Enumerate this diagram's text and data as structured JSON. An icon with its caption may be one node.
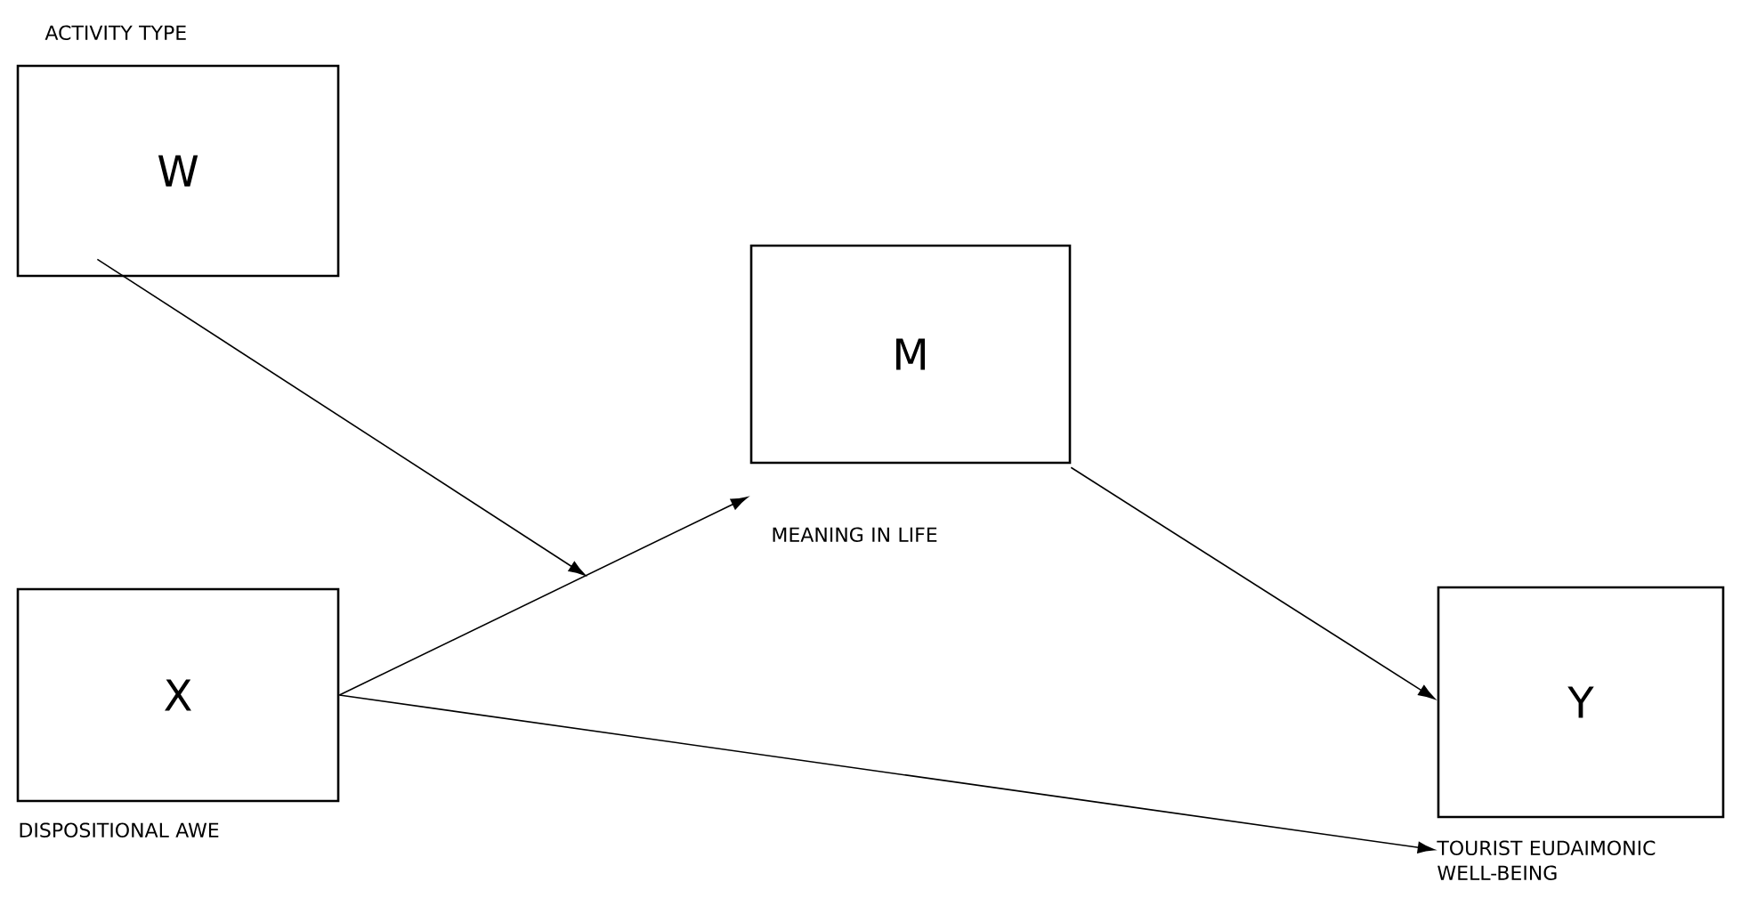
{
  "diagram": {
    "nodes": [
      {
        "text": [
          "W"
        ],
        "beside": [
          "ACTIVITY TYPE"
        ]
      },
      {
        "text": [
          "M"
        ],
        "beside": [
          "MEANING IN LIFE"
        ]
      },
      {
        "text": [
          "X"
        ],
        "beside": [
          "DISPOSITIONAL AWE"
        ]
      },
      {
        "text": [
          "Y"
        ],
        "beside": [
          "TOURIST EUDAIMONIC WELL-BEING"
        ]
      }
    ],
    "edges": [
      {
        "from": 0,
        "to": null,
        "arrow": "to"
      },
      {
        "from": 2,
        "to": 1,
        "arrow": "to"
      },
      {
        "from": 2,
        "to": 3,
        "arrow": "to"
      },
      {
        "from": 1,
        "to": 3,
        "arrow": "to"
      }
    ]
  }
}
